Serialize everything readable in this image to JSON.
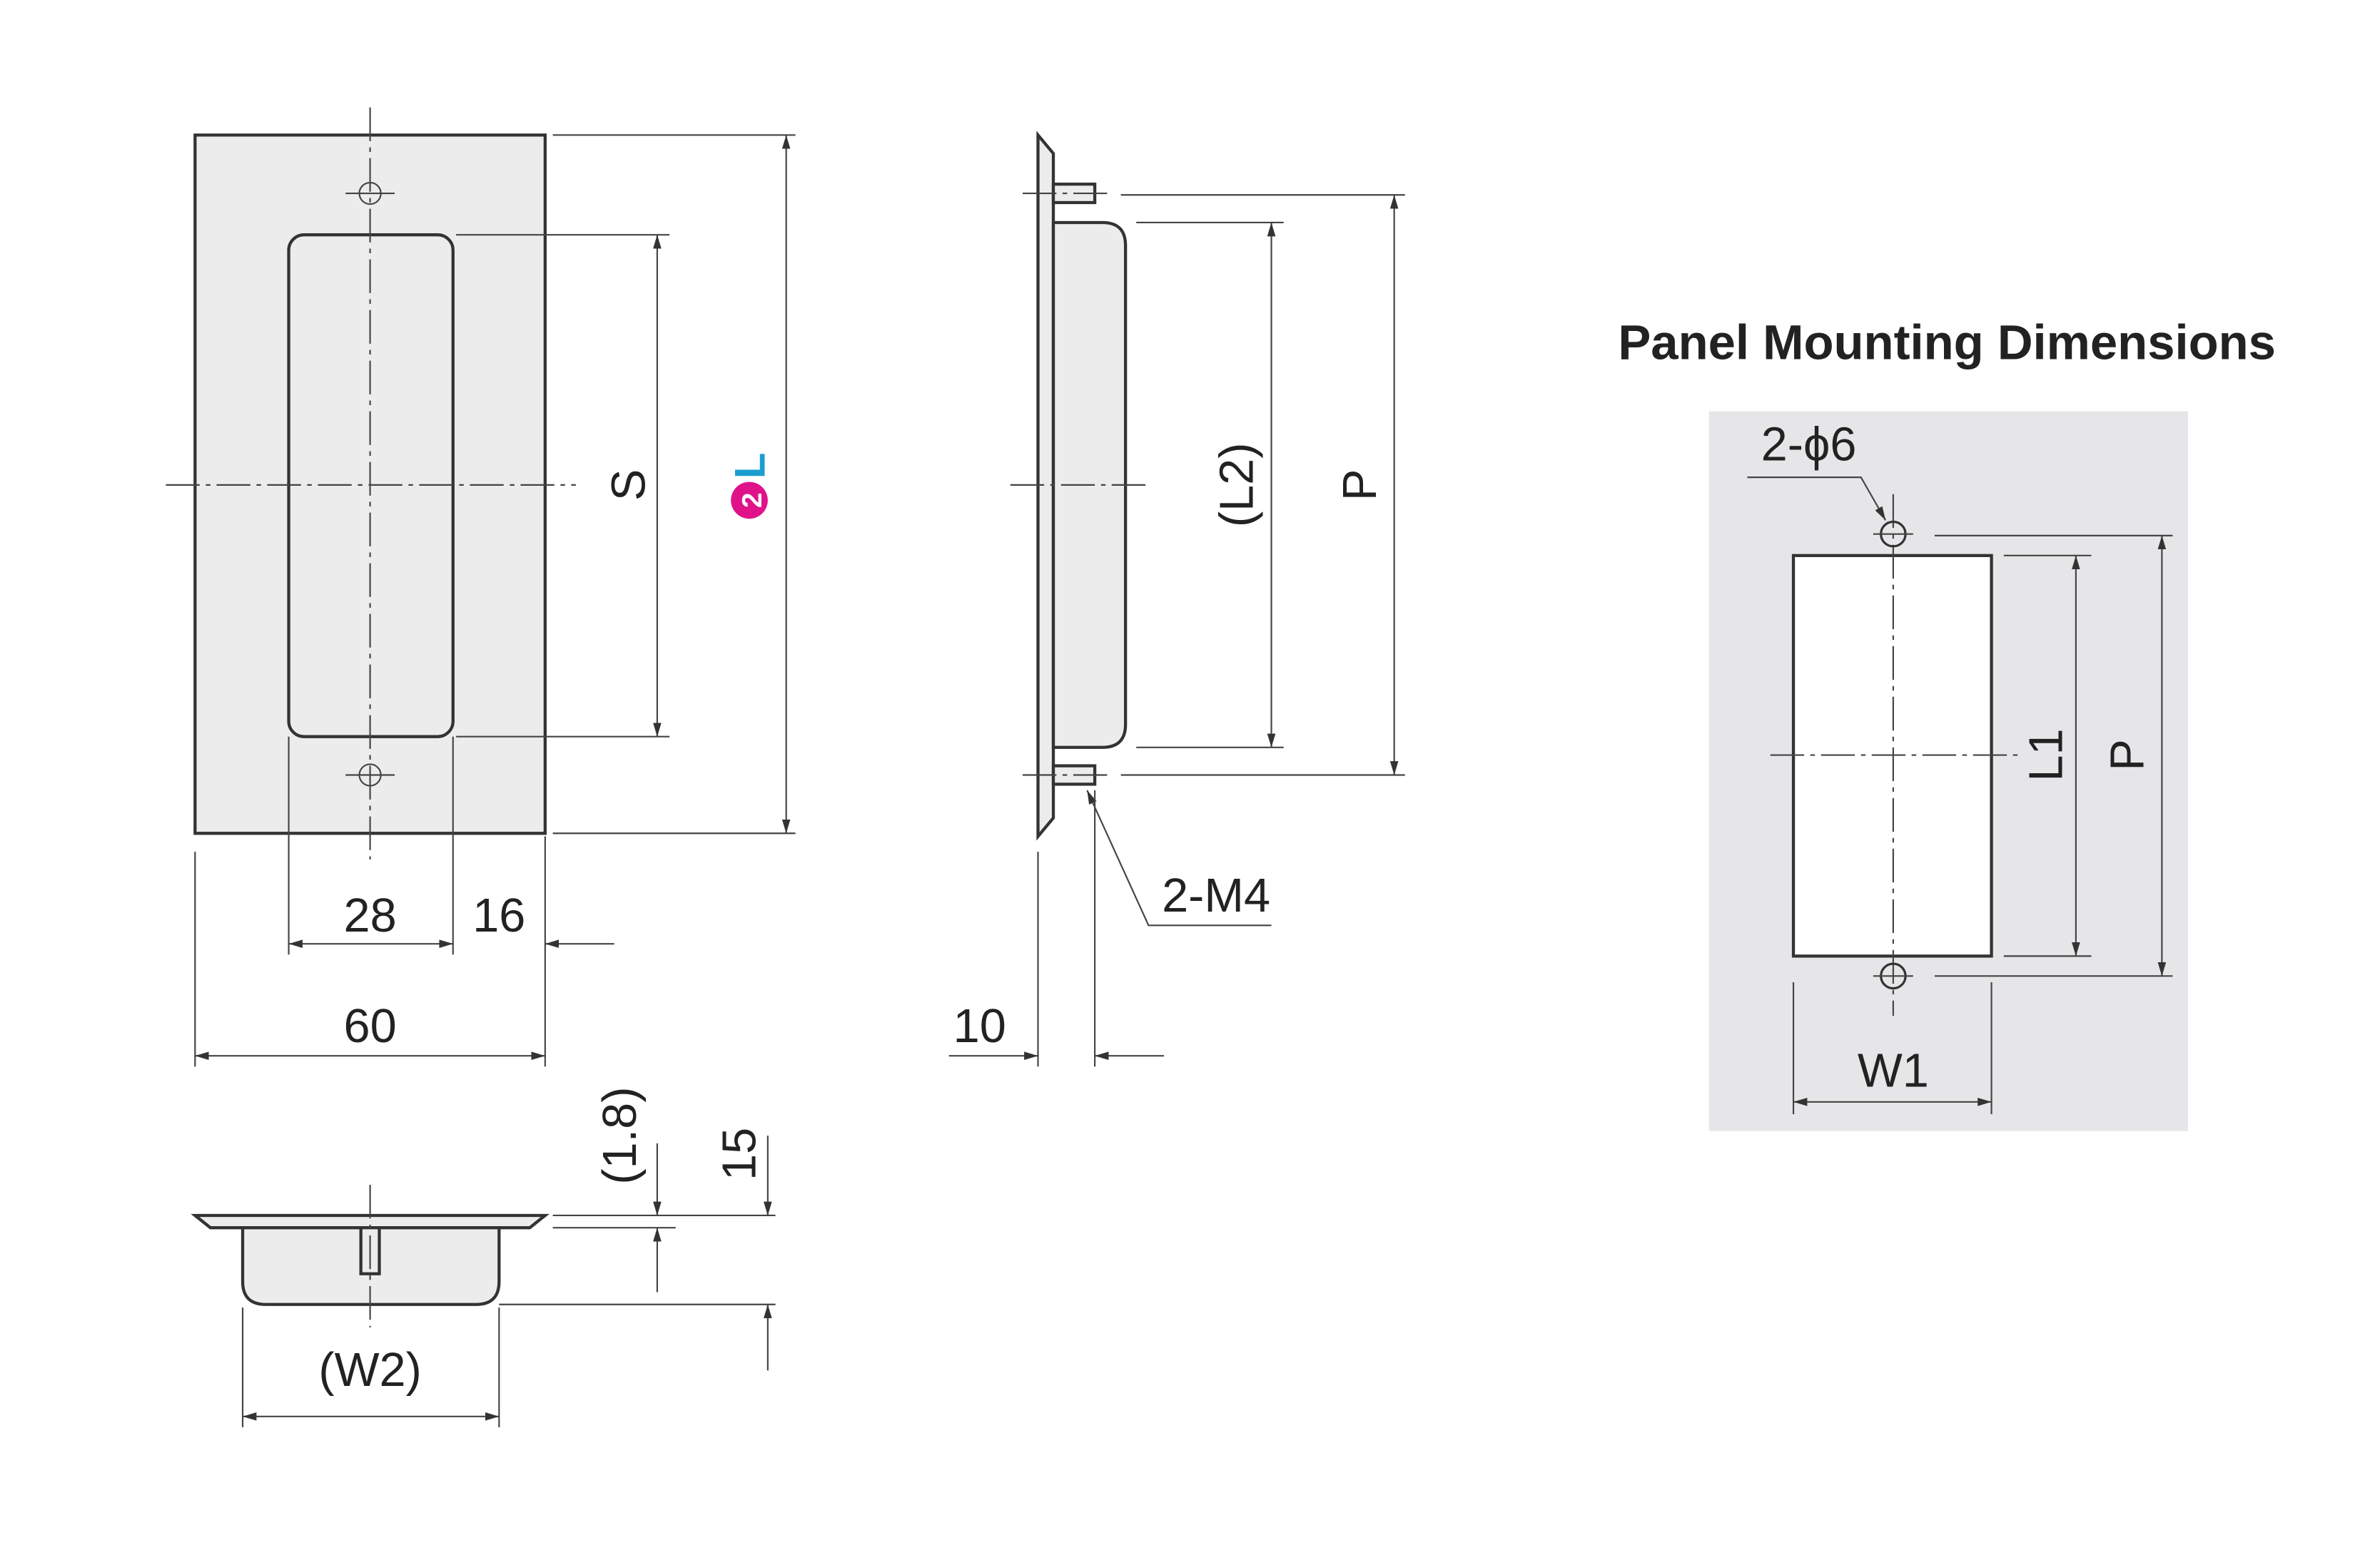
{
  "front_view": {
    "dim_s": "S",
    "dim_l_badge": "2",
    "dim_l": "L",
    "dim_28": "28",
    "dim_16": "16",
    "dim_60": "60"
  },
  "side_view": {
    "dim_l2": "(L2)",
    "dim_p": "P",
    "thread_callout": "2-M4",
    "dim_10": "10"
  },
  "bottom_view": {
    "dim_1_8": "(1.8)",
    "dim_15": "15",
    "dim_w2": "(W2)"
  },
  "panel": {
    "title": "Panel Mounting Dimensions",
    "hole_callout": "2-ϕ6",
    "dim_l1": "L1",
    "dim_p": "P",
    "dim_w1": "W1"
  },
  "colors": {
    "badge": "#e0128a",
    "l_label": "#1a9ed0",
    "panel_bg": "#e6e6e8"
  }
}
